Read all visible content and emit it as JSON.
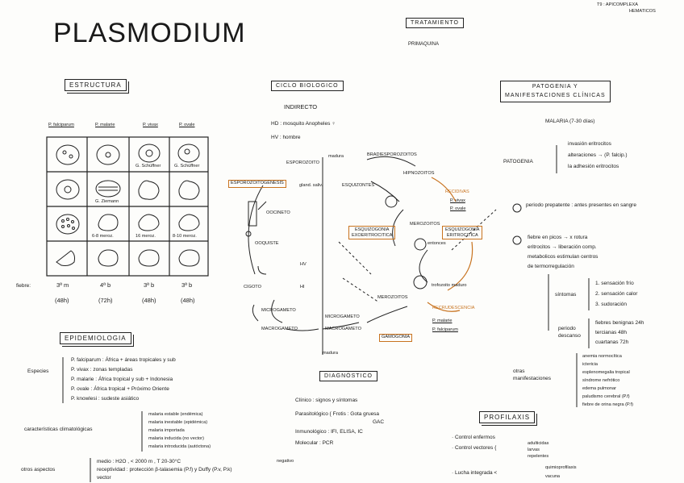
{
  "title": "PLASMODIUM",
  "top_right_note": [
    "T9 : APICOMPLEXA",
    "HEMATICOS"
  ],
  "estructura": {
    "heading": "ESTRUCTURA",
    "columns": [
      "P. falciparum",
      "P. malarie",
      "P. vivax",
      "P. ovale"
    ],
    "cells": [
      "",
      "",
      "G. Schüffner",
      "G. Schüffner",
      "",
      "G. Ziemann",
      "",
      "",
      "6-8 meroz.",
      "",
      "16 meroz.",
      "8-10 meroz.",
      "",
      "",
      "",
      ""
    ],
    "fiebre_label": "fiebre:",
    "fiebre": [
      "3ª m",
      "4ª b",
      "3ª b",
      "3ª b"
    ],
    "horas": [
      "(48h)",
      "(72h)",
      "(48h)",
      "(48h)"
    ]
  },
  "ciclo": {
    "heading": "CICLO BIOLOGICO",
    "indirecto": "INDIRECTO",
    "hd": "HD : mosquito Anopheles ♀",
    "hv": "HV : hombre",
    "labels": {
      "esporozoito": "ESPOROZOITO",
      "madura": "madura",
      "gametocito": "BRADIESPOROZOITOS",
      "hipnozoitos": "HIPNOZOITOS",
      "esquizontes": "ESQUIZONTES",
      "glandulas": "gland. saliv.",
      "esporocito": "ESPOROZOITOGÉNESIS",
      "esquizogonia_exo": "ESQUIZOGONIA EXOERITROCITICA",
      "merozoitos": "MEROZOITOS",
      "esquizogonia_eri": "ESQUIZOGONIA ERITROCITICA",
      "recidivas": "RECIDIVAS",
      "pvivax": "P. vivax",
      "povale": "P. ovale",
      "ookinete": "OOCINETO",
      "ooquiste": "OOQUISTE",
      "cigoto": "CIGOTO",
      "hv": "HV",
      "hi": "HI",
      "trofozoito": "trofozoito maduro",
      "merozoitos2": "MEROZOITOS",
      "microgameto": "MICROGAMETO",
      "macrogameto": "MACROGAMETO",
      "microgametocito": "MICROGAMETO",
      "macrogametocito": "MACROGAMETO",
      "gamogonia": "GAMOGONIA",
      "recrudescencia": "RECRUDESCENCIA",
      "pmalarie": "P. malarie",
      "pfalciparum": "P. falciparum",
      "madura2": "madura",
      "entonces": "entonces"
    }
  },
  "tratamiento": {
    "heading": "TRATAMIENTO",
    "text": "PRIMAQUINA"
  },
  "patogenia": {
    "heading1": "PATOGENIA Y",
    "heading2": "MANIFESTACIONES CLÍNICAS",
    "malaria": "MALARIA (7-30 días)",
    "patogenia_label": "PATOGENIA",
    "patogenia_items": [
      "invasión eritrocitos",
      "alteraciones → (P. falcip.)",
      "la adhesión eritrocitos"
    ],
    "periodo": "periodo prepatente : antes presentes en sangre",
    "fiebre": [
      "fiebre en picos → x rotura",
      "eritrocitos → liberación comp.",
      "metabolicos estimulan centros",
      "de termorregulación"
    ],
    "sintomas_label": "síntomas",
    "sintomas": [
      "1. sensación frío",
      "2. sensación calor",
      "3. sudoración"
    ],
    "periodo_descanso": [
      "periodo",
      "descanso"
    ],
    "descanso_items": [
      "fiebres benignas 24h",
      "tercianas 48h",
      "cuartanas 72h"
    ],
    "otras_label": [
      "otras",
      "manifestaciones"
    ],
    "otras_items": [
      "anemia normocítica",
      "ictericia",
      "esplenomegalia tropical",
      "síndrome nefrótico",
      "edema pulmonar",
      "paludismo cerebral (P.f)",
      "fiebre de orina negra (P.f)"
    ]
  },
  "epidemiologia": {
    "heading": "EPIDEMIOLOGIA",
    "especies_label": "Especies",
    "especies": [
      "P. falciparum : África + áreas tropicales y sub",
      "P. vivax : zonas templadas",
      "P. malarie : África tropical y sub + Indonesia",
      "P. ovale : África tropical + Próximo Oriente",
      "P. knowlesi : sudeste asiático"
    ],
    "clima_label": "características climatológicas",
    "clima": [
      "malaria estable (endémica)",
      "malaria inestable (epidémica)",
      "malaria importada",
      "malaria inducida (no vector)",
      "malaria introducida (autóctona)"
    ],
    "otros_label": "otros aspectos",
    "otros": [
      "medio : H2O , < 2000 m , T 20-30°C",
      "receptividad : protección β-talasemia (P.f) y Duffy (P.v, P.k)",
      "vector"
    ],
    "otros_extra": "negativo"
  },
  "diagnostico": {
    "heading": "DIAGNÓSTICO",
    "items": [
      "Clínico : signos y síntomas",
      "Parasitológico  {  Frotis : Gota gruesa",
      "GAC",
      "Inmunológico : IFI, ELISA, IC",
      "Molecular : PCR"
    ]
  },
  "profilaxis": {
    "heading": "PROFILAXIS",
    "items": [
      "· Control enfermos",
      "· Control vectores {",
      "adulticidas",
      "larvas",
      "repelentes",
      "· Lucha integrada <",
      "quimioprofilaxis",
      "vacuna"
    ]
  },
  "colors": {
    "ink": "#1a1a1a",
    "accent": "#c8731f"
  }
}
